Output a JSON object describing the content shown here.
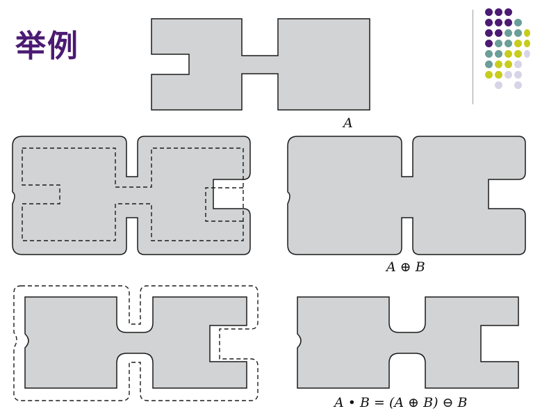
{
  "slide": {
    "title": "举例",
    "captions": {
      "a": "A",
      "dilation": "A ⊕ B",
      "closing": "A • B = (A ⊕ B) ⊖ B"
    }
  },
  "colors": {
    "title": "#4b1a72",
    "shape_fill": "#d1d3d4",
    "shape_stroke": "#1a1a1a",
    "dot_purple": "#4b1a72",
    "dot_teal": "#6a9e98",
    "dot_yellow": "#c7cc1e",
    "dot_lavender": "#d6d4e6"
  }
}
